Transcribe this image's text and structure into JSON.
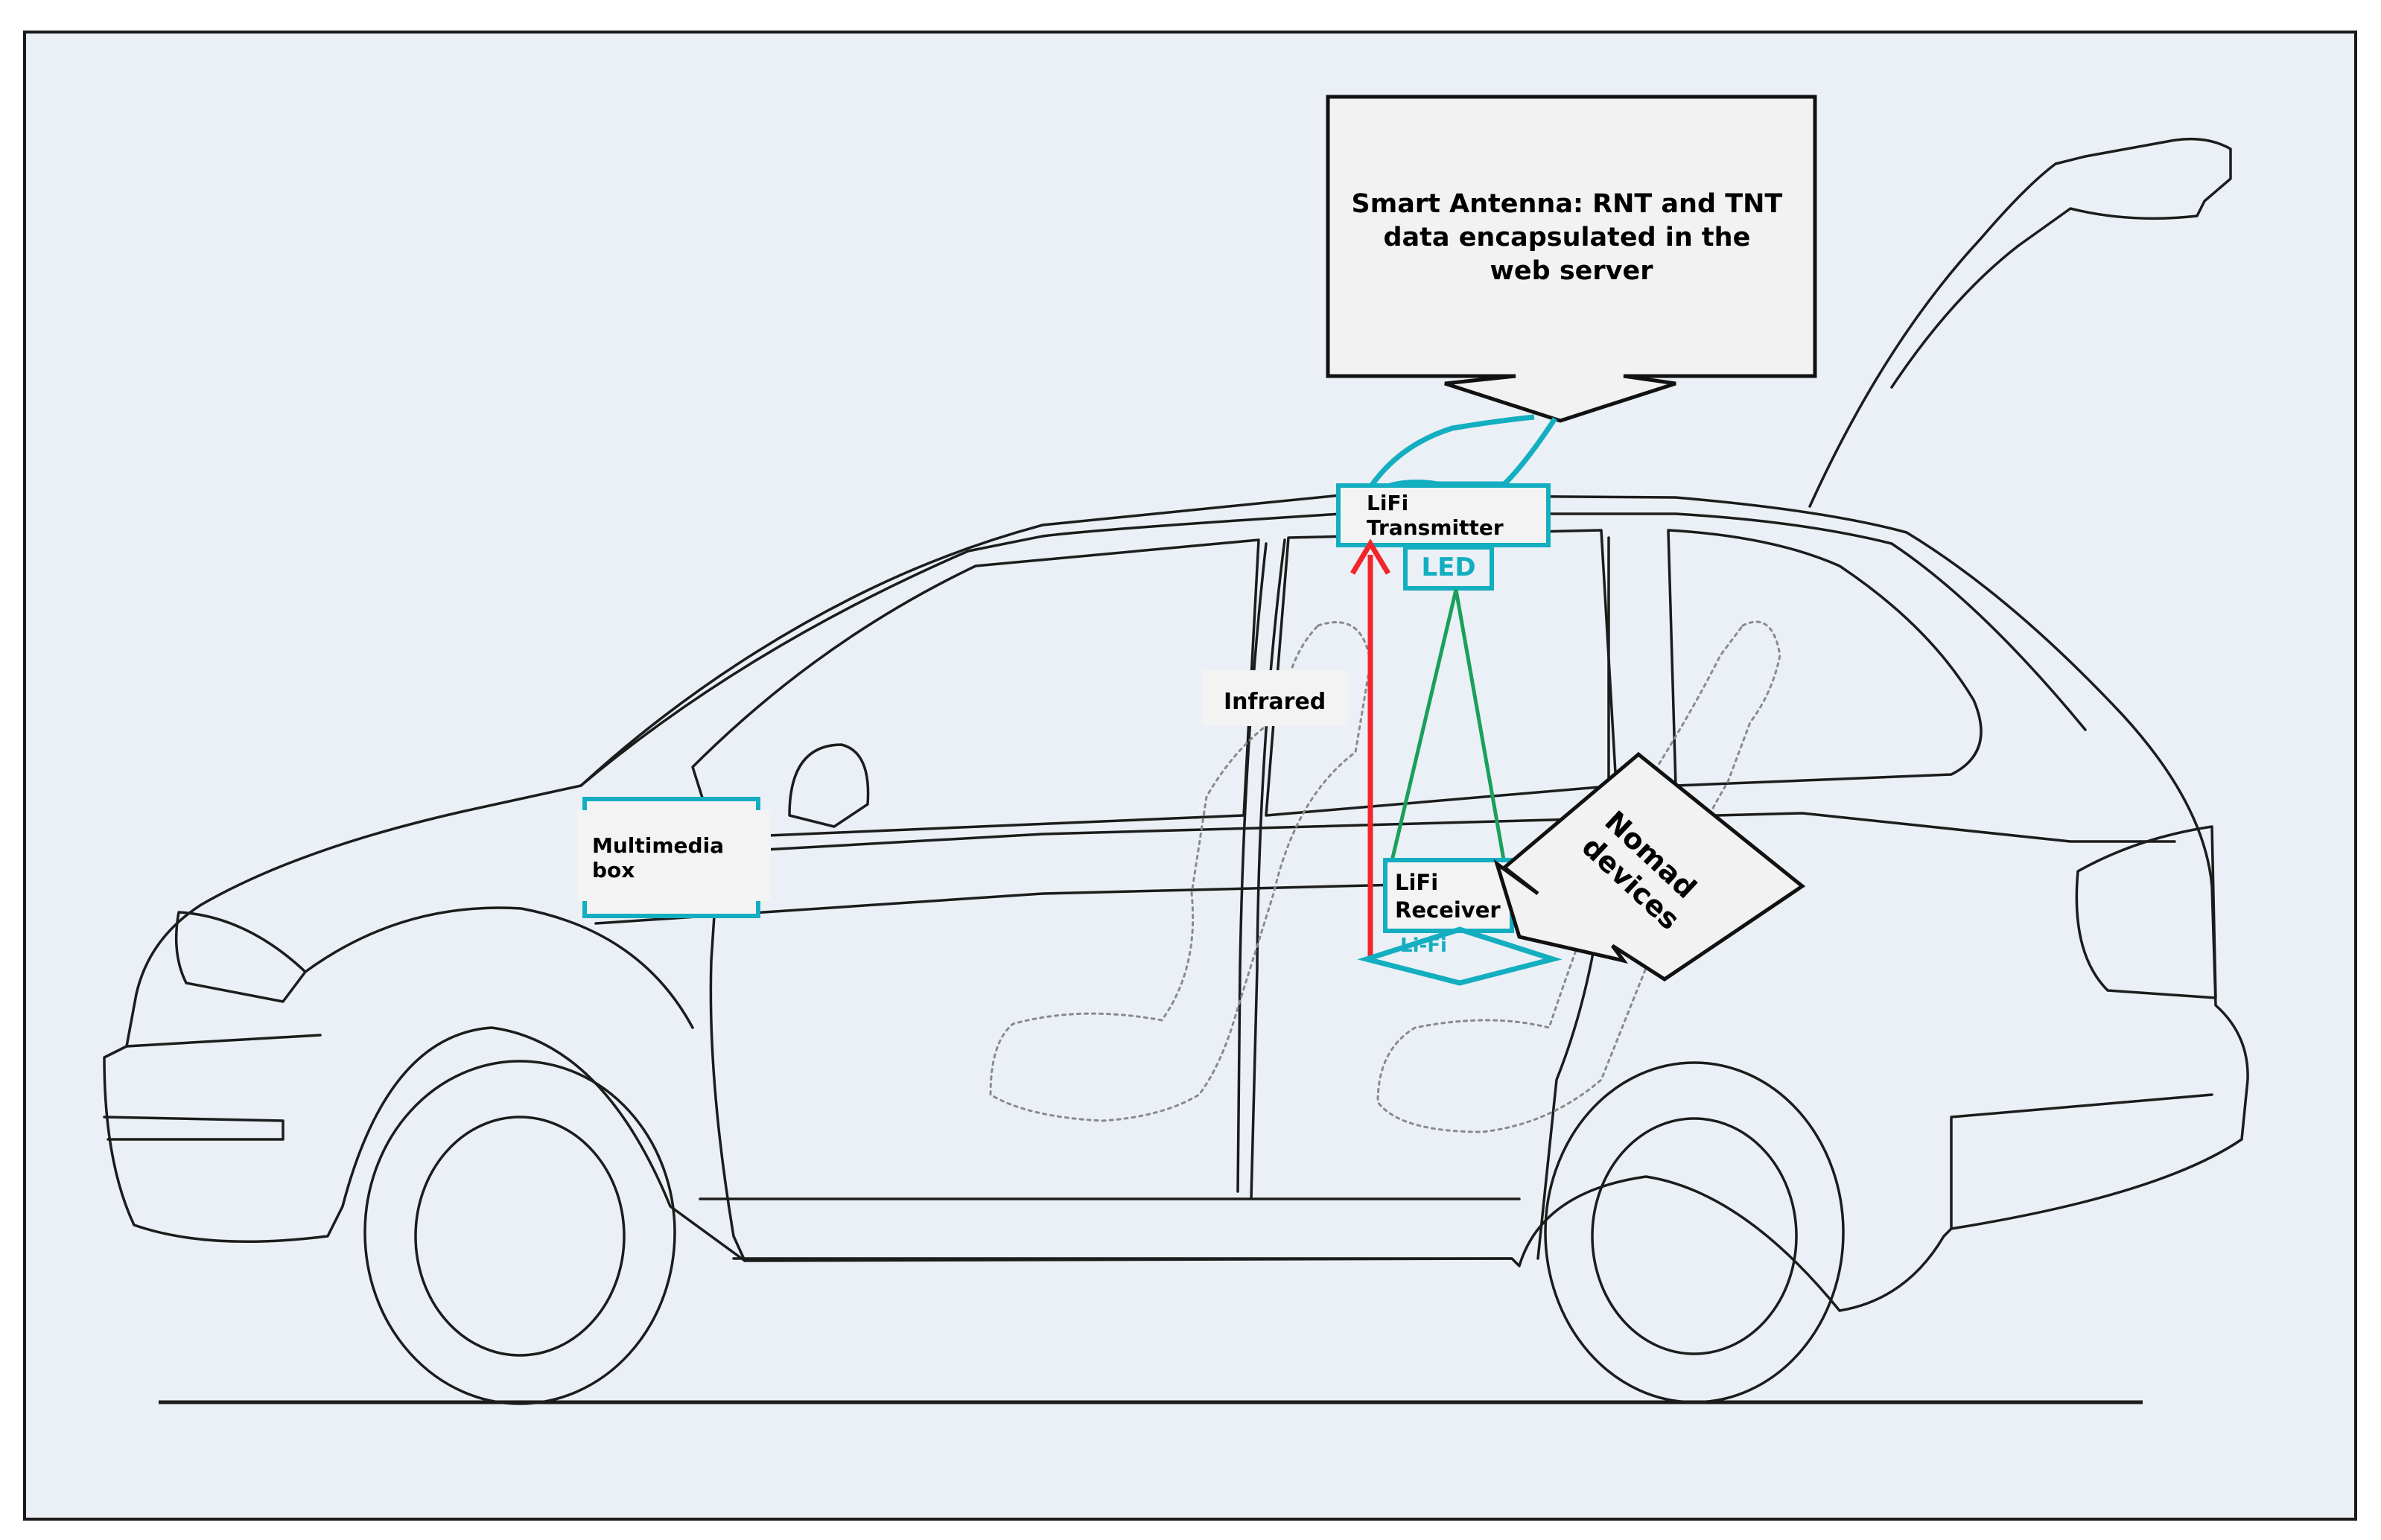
{
  "colors": {
    "background": "#eaf0f6",
    "frame": "#1a1a1a",
    "car_outline": "#1c1c1c",
    "lifi_cyan": "#13aec0",
    "light_beam_green": "#1aa05a",
    "infrared_red": "#f0262a",
    "callout_fill": "#f2f2f2",
    "label_fill": "#f3f3f3"
  },
  "callouts": {
    "smart_antenna": {
      "lines": [
        "Smart Antenna: RNT and TNT",
        "data encapsulated in the",
        "web server"
      ]
    },
    "nomad_devices": {
      "lines": [
        "Nomad",
        "devices"
      ]
    }
  },
  "labels": {
    "lifi_transmitter": [
      "LiFi",
      "Transmitter"
    ],
    "led": "LED",
    "infrared": "Infrared",
    "lifi_receiver": [
      "LiFi",
      "Receiver"
    ],
    "receiver_chip": "Li-Fi",
    "multimedia_box": [
      "Multimedia",
      "box"
    ]
  },
  "icons": {
    "car": "car-side-outline-icon",
    "arrow_up": "infrared-arrow-icon"
  }
}
